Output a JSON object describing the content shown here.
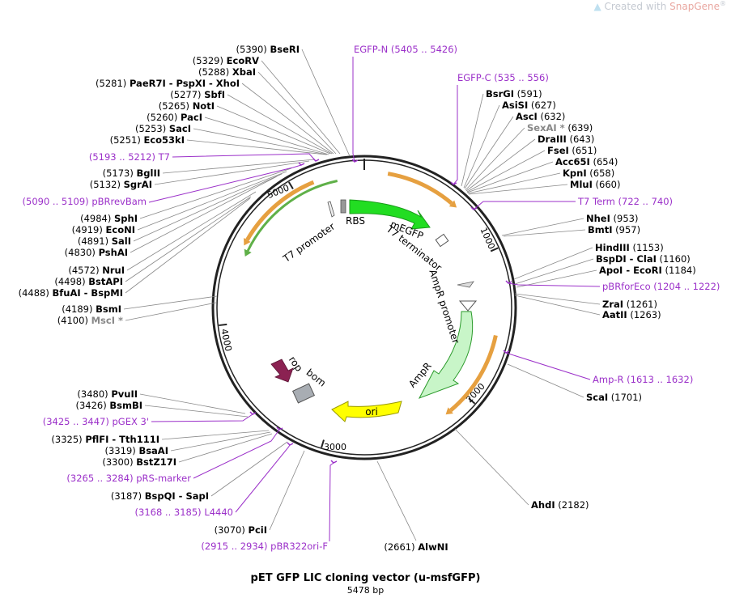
{
  "watermark": {
    "prefix": "Created with ",
    "brand": "SnapGene",
    "mark": "®"
  },
  "title": "pET GFP LIC cloning vector (u-msfGFP)",
  "size_label": "5478 bp",
  "scale_ticks": [
    "1000",
    "2000",
    "3000",
    "4000",
    "5000"
  ],
  "colors": {
    "primer": "#9b30c9",
    "enzyme": "#000000",
    "enzyme_dcm": "#888888",
    "egfp": "#22dd22",
    "ampr": "#c8f5c8",
    "ori": "#ffff00",
    "rop": "#8b2252",
    "bom": "#a8adb3",
    "lacI": "#5fb048",
    "orange": "#e6a040"
  },
  "enzymes": [
    {
      "pos": "(5390)",
      "name": "BseRI"
    },
    {
      "pos": "(5329)",
      "name": "EcoRV"
    },
    {
      "pos": "(5288)",
      "name": "XbaI"
    },
    {
      "pos": "(5281)",
      "name": "PaeR7I - PspXI - XhoI"
    },
    {
      "pos": "(5277)",
      "name": "SbfI"
    },
    {
      "pos": "(5265)",
      "name": "NotI"
    },
    {
      "pos": "(5260)",
      "name": "PacI"
    },
    {
      "pos": "(5253)",
      "name": "SacI"
    },
    {
      "pos": "(5251)",
      "name": "Eco53kI"
    },
    {
      "pos": "(5173)",
      "name": "BglII"
    },
    {
      "pos": "(5132)",
      "name": "SgrAI"
    },
    {
      "pos": "(4984)",
      "name": "SphI"
    },
    {
      "pos": "(4919)",
      "name": "EcoNI"
    },
    {
      "pos": "(4891)",
      "name": "SalI"
    },
    {
      "pos": "(4830)",
      "name": "PshAI"
    },
    {
      "pos": "(4572)",
      "name": "NruI"
    },
    {
      "pos": "(4498)",
      "name": "BstAPI"
    },
    {
      "pos": "(4488)",
      "name": "BfuAI - BspMI"
    },
    {
      "pos": "(4189)",
      "name": "BsmI"
    },
    {
      "pos": "(4100)",
      "name": "MscI *"
    },
    {
      "pos": "(3480)",
      "name": "PvuII"
    },
    {
      "pos": "(3426)",
      "name": "BsmBI"
    },
    {
      "pos": "(3325)",
      "name": "PflFI - Tth111I"
    },
    {
      "pos": "(3319)",
      "name": "BsaAI"
    },
    {
      "pos": "(3300)",
      "name": "BstZ17I"
    },
    {
      "pos": "(3187)",
      "name": "BspQI - SapI"
    },
    {
      "pos": "(3070)",
      "name": "PciI"
    },
    {
      "pos": "(2661)",
      "name": "AlwNI"
    },
    {
      "pos": "(2182)",
      "name": "AhdI"
    },
    {
      "pos": "(1701)",
      "name": "ScaI"
    },
    {
      "pos": "(1263)",
      "name": "AatII"
    },
    {
      "pos": "(1261)",
      "name": "ZraI"
    },
    {
      "pos": "(1184)",
      "name": "ApoI - EcoRI"
    },
    {
      "pos": "(1160)",
      "name": "BspDI - ClaI"
    },
    {
      "pos": "(1153)",
      "name": "HindIII"
    },
    {
      "pos": "(957)",
      "name": "BmtI"
    },
    {
      "pos": "(953)",
      "name": "NheI"
    },
    {
      "pos": "(660)",
      "name": "MluI"
    },
    {
      "pos": "(658)",
      "name": "KpnI"
    },
    {
      "pos": "(654)",
      "name": "Acc65I"
    },
    {
      "pos": "(651)",
      "name": "FseI"
    },
    {
      "pos": "(643)",
      "name": "DraIII"
    },
    {
      "pos": "(639)",
      "name": "SexAI *"
    },
    {
      "pos": "(632)",
      "name": "AscI"
    },
    {
      "pos": "(627)",
      "name": "AsiSI"
    },
    {
      "pos": "(591)",
      "name": "BsrGI"
    }
  ],
  "primers": [
    {
      "name": "EGFP-N",
      "range": "(5405 .. 5426)"
    },
    {
      "name": "EGFP-C",
      "range": "(535 .. 556)"
    },
    {
      "name": "T7 Term",
      "range": "(722 .. 740)"
    },
    {
      "name": "pBRforEco",
      "range": "(1204 .. 1222)"
    },
    {
      "name": "Amp-R",
      "range": "(1613 .. 1632)"
    },
    {
      "name": "T7",
      "range": "(5193 .. 5212)"
    },
    {
      "name": "pBRrevBam",
      "range": "(5090 .. 5109)"
    },
    {
      "name": "pGEX 3'",
      "range": "(3425 .. 3447)"
    },
    {
      "name": "pRS-marker",
      "range": "(3265 .. 3284)"
    },
    {
      "name": "L4440",
      "range": "(3168 .. 3185)"
    },
    {
      "name": "pBR322ori-F",
      "range": "(2915 .. 2934)"
    }
  ],
  "features": {
    "rbs": "RBS",
    "megfp": "mEGFP",
    "t7_terminator": "T7 terminator",
    "t7_promoter": "T7 promoter",
    "ampr_promoter": "AmpR promoter",
    "ampr": "AmpR",
    "ori": "ori",
    "rop": "rop",
    "bom": "bom"
  }
}
